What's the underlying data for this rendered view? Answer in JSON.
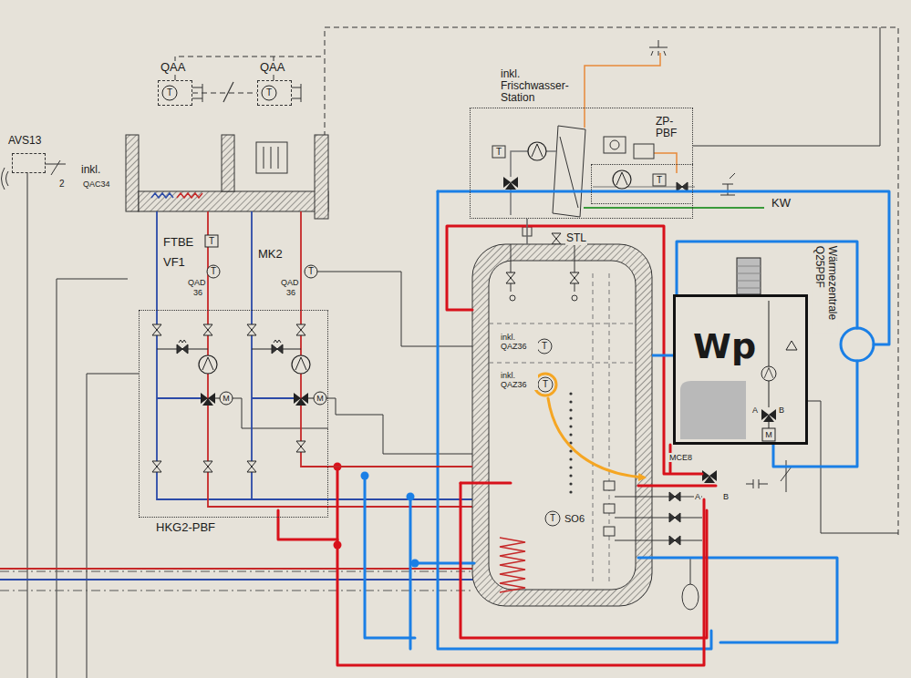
{
  "diagram": {
    "nodes": [
      {
        "text": [
          "AVS13"
        ]
      },
      {
        "text": [
          "QAA",
          "T"
        ]
      },
      {
        "text": [
          "QAA",
          "T"
        ]
      },
      {
        "text": [
          "HKG2-PBF"
        ]
      },
      {
        "text": [
          "inkl. Frischwasser-Station"
        ]
      },
      {
        "text": [
          "ZP-PBF",
          "T"
        ],
        "in": 4
      },
      {
        "text": [
          "inkl. QAZ36",
          "T",
          "inkl. QAZ36",
          "T",
          "SO6",
          "T"
        ]
      },
      {
        "text": [
          "Wp"
        ]
      }
    ],
    "edges": [
      {
        "from": 6,
        "to": 7,
        "arrow": "none"
      },
      {
        "from": 3,
        "to": 6,
        "arrow": "none"
      },
      {
        "from": 4,
        "to": 6,
        "arrow": "none"
      },
      {
        "from": 1,
        "to": 2,
        "arrow": "none"
      }
    ],
    "labels": [
      "inkl.",
      "2",
      "QAC34",
      "FTBE",
      "T",
      "VF1",
      "T",
      "QAD",
      "36",
      "MK2",
      "T",
      "QAD",
      "36",
      "M",
      "M",
      "T",
      "STL",
      "KW",
      "Wärmezentrale Q25PBF",
      "MCE8",
      "A",
      "B",
      "A",
      "B",
      "M"
    ]
  }
}
